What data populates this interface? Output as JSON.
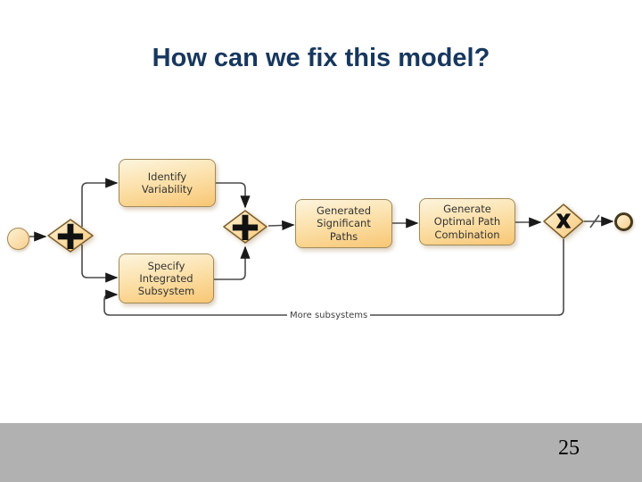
{
  "slide": {
    "title": "How can we fix this model?",
    "page_number": "25"
  },
  "diagram": {
    "tasks": [
      {
        "id": "identify-variability",
        "label": "Identify\nVariability"
      },
      {
        "id": "specify-integrated-subsystem",
        "label": "Specify\nIntegrated\nSubsystem"
      },
      {
        "id": "generated-significant-paths",
        "label": "Generated\nSignificant\nPaths"
      },
      {
        "id": "generate-optimal-path-combination",
        "label": "Generate\nOptimal Path\nCombination"
      }
    ],
    "gateways": [
      {
        "id": "parallel-split-gateway",
        "symbol": "+"
      },
      {
        "id": "parallel-join-gateway",
        "symbol": "+"
      },
      {
        "id": "exclusive-gateway",
        "symbol": "X"
      }
    ],
    "events": [
      {
        "id": "start-event"
      },
      {
        "id": "end-event"
      }
    ],
    "edge_label": "More subsystems"
  },
  "colors": {
    "title_text": "#17375E",
    "task_fill_top": "#FDF5DE",
    "task_fill_bottom": "#F8C674",
    "task_border": "#A08A5A",
    "gateway_border": "#7D5F2B",
    "connector": "#4B4B4B",
    "footer_bg": "#B1B1B1",
    "page_number_text": "#000000"
  }
}
